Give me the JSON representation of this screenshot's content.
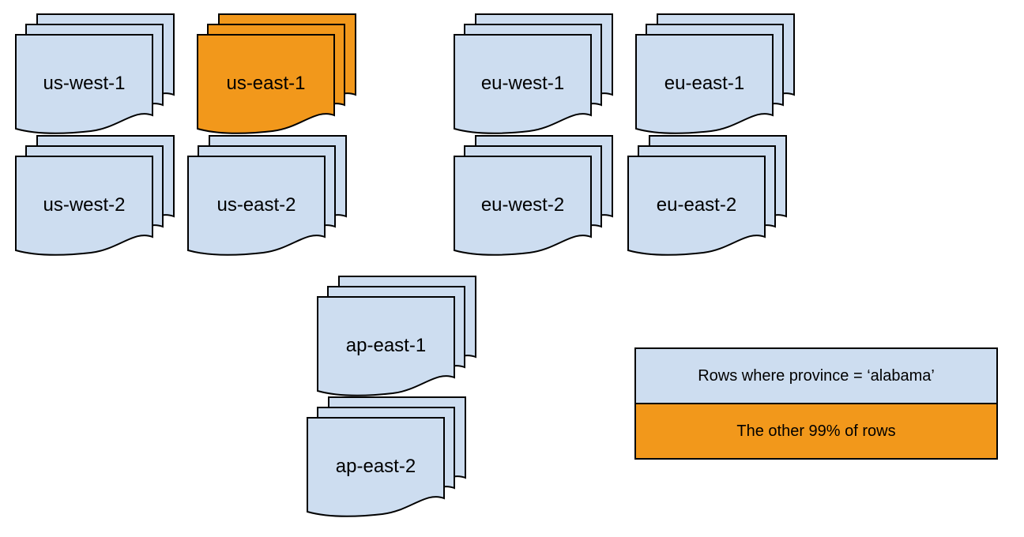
{
  "colors": {
    "blue": "#cdddf0",
    "orange": "#f2981b",
    "stroke": "#000000",
    "background": "#ffffff",
    "text": "#000000"
  },
  "stacks": [
    {
      "label": "us-west-1",
      "variant": "blue"
    },
    {
      "label": "us-east-1",
      "variant": "orange"
    },
    {
      "label": "eu-west-1",
      "variant": "blue"
    },
    {
      "label": "eu-east-1",
      "variant": "blue"
    },
    {
      "label": "us-west-2",
      "variant": "blue"
    },
    {
      "label": "us-east-2",
      "variant": "blue"
    },
    {
      "label": "eu-west-2",
      "variant": "blue"
    },
    {
      "label": "eu-east-2",
      "variant": "blue"
    },
    {
      "label": "ap-east-1",
      "variant": "blue"
    },
    {
      "label": "ap-east-2",
      "variant": "blue"
    }
  ],
  "legend": {
    "items": [
      {
        "label": "Rows where province = ‘alabama’",
        "variant": "blue"
      },
      {
        "label": "The other 99% of rows",
        "variant": "orange"
      }
    ]
  }
}
